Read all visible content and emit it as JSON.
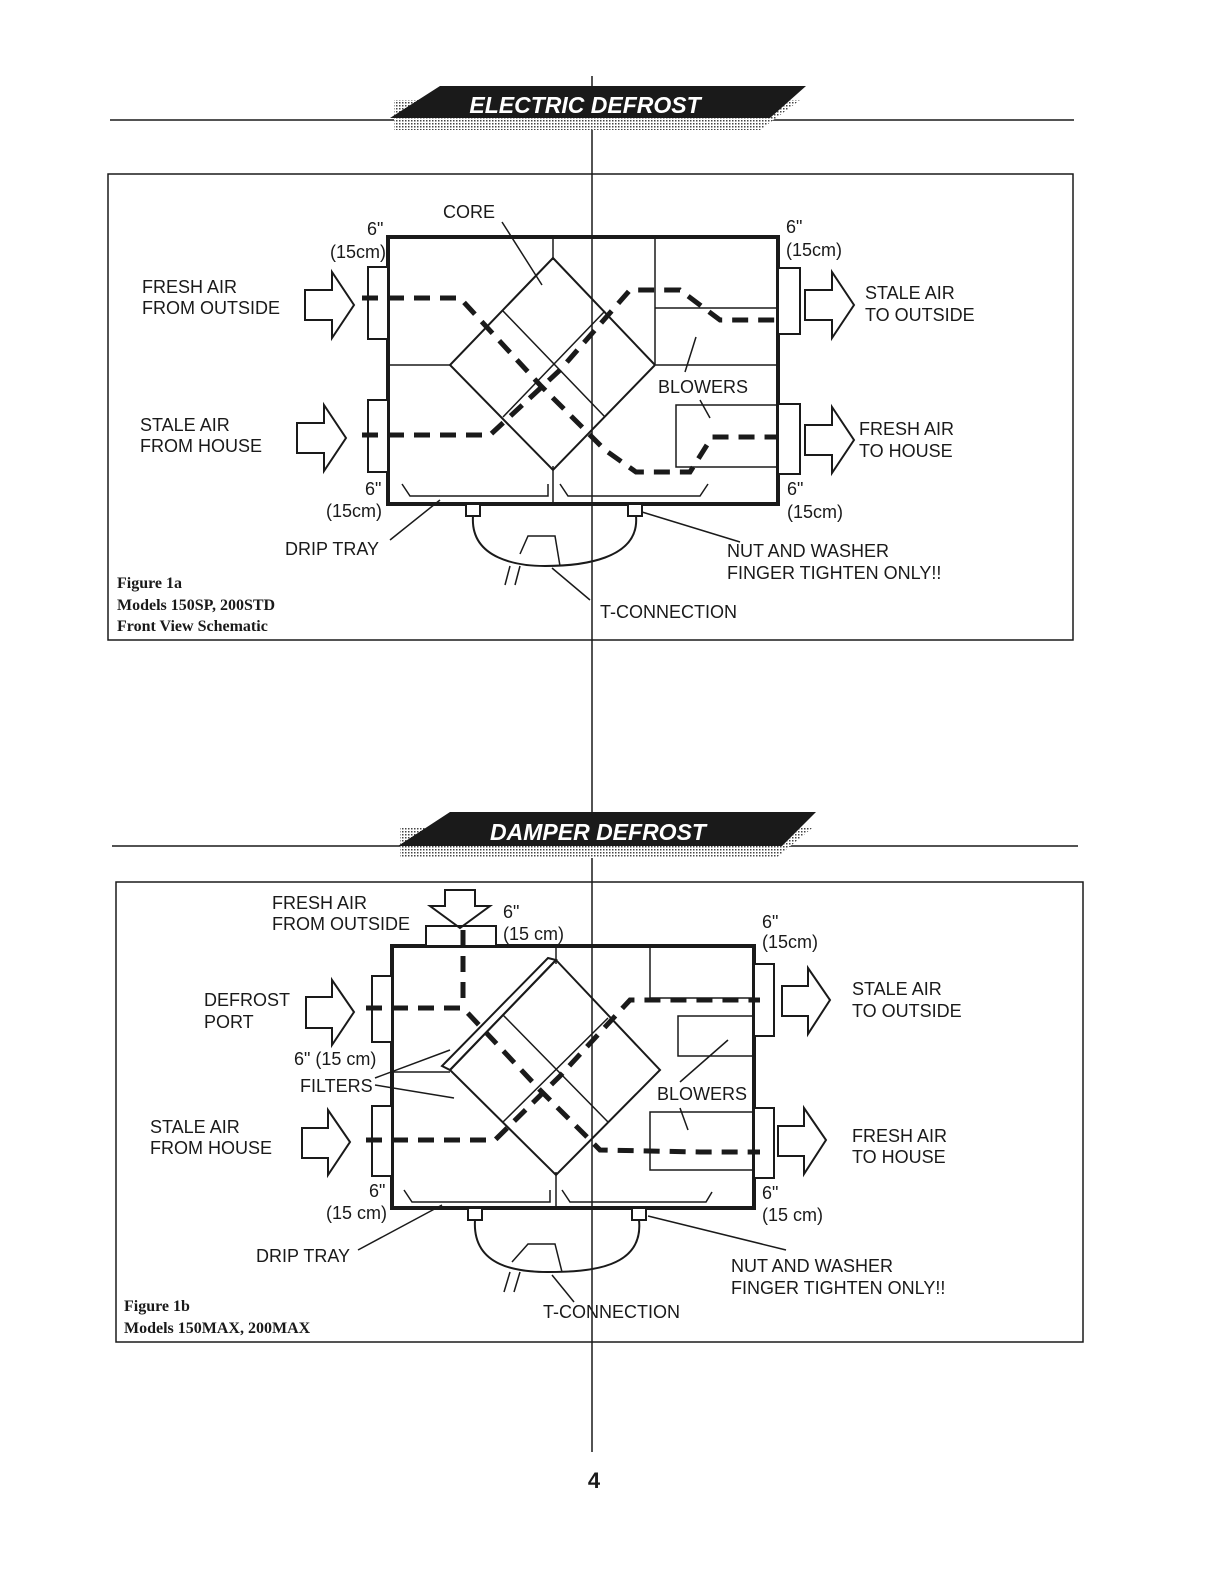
{
  "page_number": "4",
  "section1": {
    "banner": "ELECTRIC DEFROST",
    "labels": {
      "core": "CORE",
      "dim_top_left_a": "6\"",
      "dim_top_left_b": "(15cm)",
      "dim_top_right_a": "6\"",
      "dim_top_right_b": "(15cm)",
      "fresh_air_from_outside_1": "FRESH AIR",
      "fresh_air_from_outside_2": "FROM OUTSIDE",
      "stale_air_to_outside_1": "STALE AIR",
      "stale_air_to_outside_2": "TO OUTSIDE",
      "stale_air_from_house_1": "STALE AIR",
      "stale_air_from_house_2": "FROM HOUSE",
      "fresh_air_to_house_1": "FRESH AIR",
      "fresh_air_to_house_2": "TO HOUSE",
      "blowers": "BLOWERS",
      "dim_bottom_left_a": "6\"",
      "dim_bottom_left_b": "(15cm)",
      "dim_bottom_right_a": "6\"",
      "dim_bottom_right_b": "(15cm)",
      "drip_tray": "DRIP TRAY",
      "nut_washer_1": "NUT AND WASHER",
      "nut_washer_2": "FINGER TIGHTEN ONLY!!",
      "t_connection": "T-CONNECTION"
    },
    "caption": [
      "Figure 1a",
      "Models  150SP, 200STD",
      "Front View Schematic"
    ]
  },
  "section2": {
    "banner": "DAMPER DEFROST",
    "labels": {
      "fresh_air_from_outside_1": "FRESH AIR",
      "fresh_air_from_outside_2": "FROM OUTSIDE",
      "dim_top_a": "6\"",
      "dim_top_b": "(15 cm)",
      "dim_top_right_a": "6\"",
      "dim_top_right_b": "(15cm)",
      "defrost_port_1": "DEFROST",
      "defrost_port_2": "PORT",
      "stale_air_to_outside_1": "STALE AIR",
      "stale_air_to_outside_2": "TO OUTSIDE",
      "dim_mid_left": "6\" (15 cm)",
      "filters": "FILTERS",
      "blowers": "BLOWERS",
      "stale_air_from_house_1": "STALE AIR",
      "stale_air_from_house_2": "FROM HOUSE",
      "fresh_air_to_house_1": "FRESH AIR",
      "fresh_air_to_house_2": "TO HOUSE",
      "dim_bottom_left_a": "6\"",
      "dim_bottom_left_b": "(15 cm)",
      "dim_bottom_right_a": "6\"",
      "dim_bottom_right_b": "(15 cm)",
      "drip_tray": "DRIP TRAY",
      "nut_washer_1": "NUT AND WASHER",
      "nut_washer_2": "FINGER TIGHTEN ONLY!!",
      "t_connection": "T-CONNECTION"
    },
    "caption": [
      "Figure 1b",
      "Models 150MAX, 200MAX"
    ]
  }
}
